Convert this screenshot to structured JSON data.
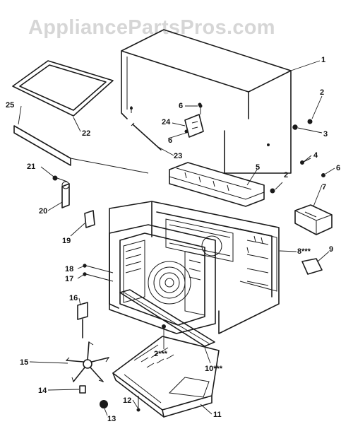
{
  "watermark": "AppliancePartsPros.com",
  "callouts": {
    "c1": "1",
    "c2a": "2",
    "c2b": "2",
    "c2c": "2***",
    "c3": "3",
    "c4": "4",
    "c5": "5",
    "c6a": "6",
    "c6b": "6",
    "c6c": "6",
    "c7": "7",
    "c8": "8***",
    "c9": "9",
    "c10": "10***",
    "c11": "11",
    "c12": "12",
    "c13": "13",
    "c14": "14",
    "c15": "15",
    "c16": "16",
    "c17": "17",
    "c18": "18",
    "c19": "19",
    "c20": "20",
    "c21": "21",
    "c22": "22",
    "c23": "23",
    "c24": "24",
    "c25": "25"
  },
  "colors": {
    "ink": "#1a1a1a",
    "watermark": "#d6d6d6",
    "background": "#ffffff"
  }
}
